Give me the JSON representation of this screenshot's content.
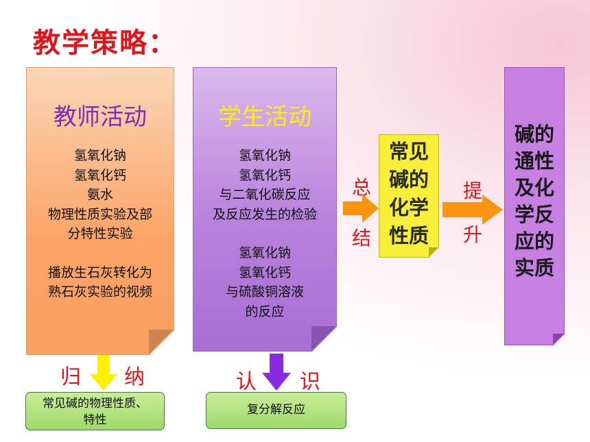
{
  "title": "教学策略：",
  "teacher": {
    "heading": "教师活动",
    "lines": [
      "氢氧化钠",
      "氢氧化钙",
      "氨水",
      "物理性质实验及部",
      "分特性实验"
    ],
    "lines2": [
      "播放生石灰转化为",
      "熟石灰实验的视频"
    ]
  },
  "student": {
    "heading": "学生活动",
    "lines": [
      "氢氧化钠",
      "氢氧化钙",
      "与二氧化碳反应",
      "及反应发生的检验"
    ],
    "lines2": [
      "氢氧化钠",
      "氢氧化钙",
      "与硫酸铜溶液",
      "的反应"
    ]
  },
  "summary_label": [
    "总",
    "结"
  ],
  "yellow_box": [
    "常见",
    "碱的",
    "化学",
    "性质"
  ],
  "raise_label": [
    "提",
    "升"
  ],
  "violet_box": [
    "碱的",
    "通性",
    "及化",
    "学反",
    "应的",
    "实质"
  ],
  "induce_label": [
    "归",
    "纳"
  ],
  "recognize_label": [
    "认",
    "识"
  ],
  "green_left": [
    "常见碱的物理性质、",
    "特性"
  ],
  "green_right": "复分解反应",
  "colors": {
    "title_red": "#e0141b",
    "orange_card": "#fca467",
    "purple_card": "#b781dc",
    "yellow_box": "#f7ee3a",
    "violet_box": "#c580e2",
    "orange_arrow": "#f7960e",
    "yellow_arrow": "#ffef00",
    "purple_arrow": "#8a2be2",
    "green_box": "#a8dd74"
  }
}
